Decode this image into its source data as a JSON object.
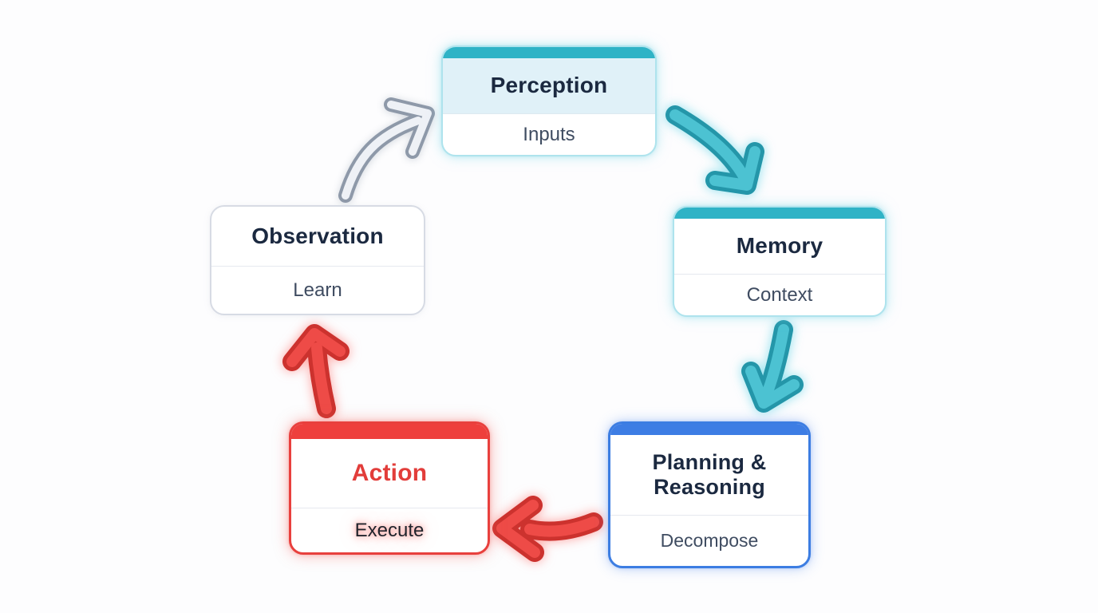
{
  "nodes": {
    "perception": {
      "title": "Perception",
      "subtitle": "Inputs"
    },
    "memory": {
      "title": "Memory",
      "subtitle": "Context"
    },
    "planning": {
      "title": "Planning & Reasoning",
      "subtitle": "Decompose"
    },
    "action": {
      "title": "Action",
      "subtitle": "Execute"
    },
    "observation": {
      "title": "Observation",
      "subtitle": "Learn"
    }
  },
  "edges": [
    {
      "from": "Observation",
      "to": "Perception",
      "style": "gray"
    },
    {
      "from": "Perception",
      "to": "Memory",
      "style": "teal"
    },
    {
      "from": "Memory",
      "to": "Planning & Reasoning",
      "style": "teal"
    },
    {
      "from": "Planning & Reasoning",
      "to": "Action",
      "style": "red"
    },
    {
      "from": "Action",
      "to": "Observation",
      "style": "red"
    }
  ],
  "colors": {
    "teal_accent": "#2fb3c6",
    "teal_border": "#aee3ed",
    "perception_title_bg": "#e0f1f8",
    "blue_accent": "#3d7de4",
    "red_accent": "#e8403d",
    "title_text": "#1b2940",
    "action_title_text": "#e23d3a",
    "subtitle_text": "#3f4c61",
    "observation_border": "#d7dbe4",
    "gray_arrow_outline": "#8e99a9",
    "gray_arrow_fill": "#eef1f6",
    "teal_arrow_outline": "#2496a9",
    "teal_arrow_fill": "#4cc2d2",
    "red_arrow_outline": "#cc322e",
    "red_arrow_fill": "#ee4b47"
  }
}
